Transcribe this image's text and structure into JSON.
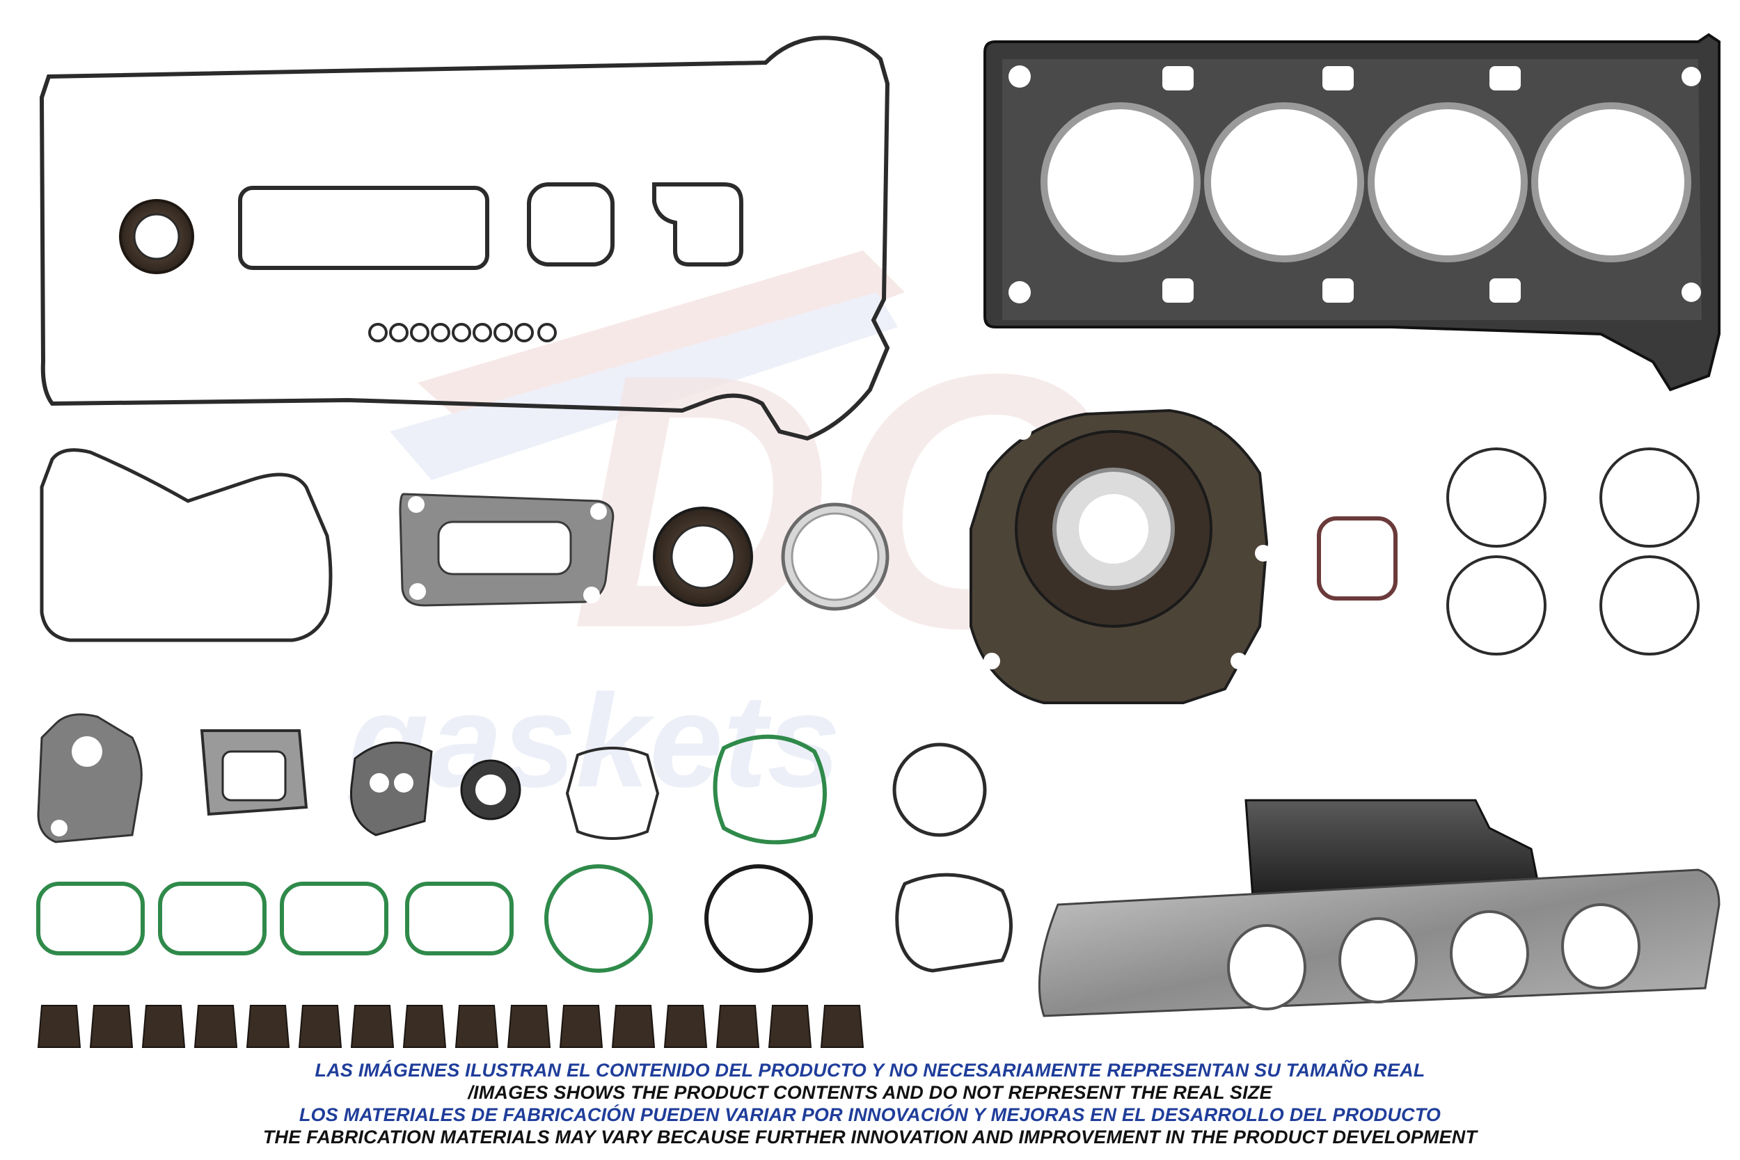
{
  "watermark": {
    "brand": "DG",
    "word": "gaskets"
  },
  "disclaimer": {
    "line1": "LAS IMÁGENES ILUSTRAN EL CONTENIDO DEL PRODUCTO Y NO NECESARIAMENTE REPRESENTAN SU TAMAÑO REAL",
    "line2": "/IMAGES SHOWS THE PRODUCT CONTENTS AND DO NOT REPRESENT THE REAL SIZE",
    "line3": "LOS MATERIALES DE FABRICACIÓN PUEDEN VARIAR POR INNOVACIÓN Y MEJORAS EN EL DESARROLLO DEL PRODUCTO",
    "line4": "THE FABRICATION MATERIALS MAY VARY BECAUSE FURTHER INNOVATION AND IMPROVEMENT IN THE PRODUCT DEVELOPMENT"
  },
  "colors": {
    "gasket_dark": "#2b2b2b",
    "rubber_green": "#2f8a4a",
    "seal_brown": "#4a3a2e",
    "metal_gray": "#9a9a9a",
    "watermark_red": "#e8c9c9",
    "watermark_blue": "#c9d2e8",
    "text_blue": "#1f3d9a"
  }
}
